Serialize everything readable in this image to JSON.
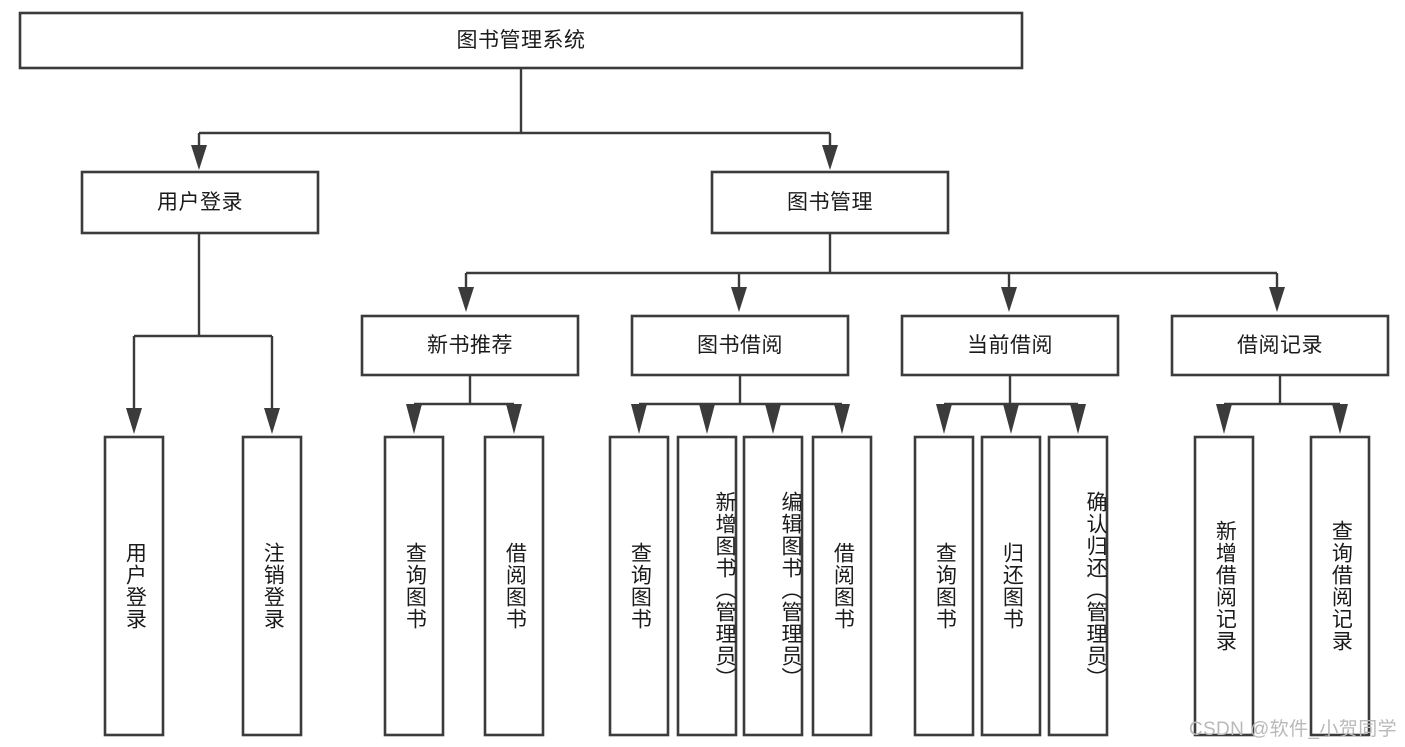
{
  "diagram": {
    "title": "图书管理系统",
    "type": "tree",
    "watermark": "CSDN @软件_小贺同学",
    "colors": {
      "box_stroke": "#3b3b3b",
      "box_fill": "#ffffff",
      "connector": "#3b3b3b",
      "text": "#1b1b1b",
      "watermark": "#b9b9b9",
      "background": "#ffffff"
    },
    "root": {
      "label": "图书管理系统",
      "orientation": "horizontal"
    },
    "level2": [
      {
        "label": "用户登录",
        "orientation": "horizontal"
      },
      {
        "label": "图书管理",
        "orientation": "horizontal"
      }
    ],
    "level3": [
      {
        "label": "新书推荐",
        "orientation": "horizontal",
        "parent": "图书管理"
      },
      {
        "label": "图书借阅",
        "orientation": "horizontal",
        "parent": "图书管理"
      },
      {
        "label": "当前借阅",
        "orientation": "horizontal",
        "parent": "图书管理"
      },
      {
        "label": "借阅记录",
        "orientation": "horizontal",
        "parent": "图书管理"
      }
    ],
    "leaves": {
      "user_login": [
        {
          "label": "用户登录",
          "orientation": "vertical"
        },
        {
          "label": "注销登录",
          "orientation": "vertical"
        }
      ],
      "new_book_recommend": [
        {
          "label": "查询图书",
          "orientation": "vertical"
        },
        {
          "label": "借阅图书",
          "orientation": "vertical"
        }
      ],
      "book_borrow": [
        {
          "label": "查询图书",
          "orientation": "vertical"
        },
        {
          "label": "新增图书（管理员）",
          "orientation": "vertical"
        },
        {
          "label": "编辑图书（管理员）",
          "orientation": "vertical"
        },
        {
          "label": "借阅图书",
          "orientation": "vertical"
        }
      ],
      "current_borrow": [
        {
          "label": "查询图书",
          "orientation": "vertical"
        },
        {
          "label": "归还图书",
          "orientation": "vertical"
        },
        {
          "label": "确认归还（管理员）",
          "orientation": "vertical"
        }
      ],
      "borrow_record": [
        {
          "label": "新增借阅记录",
          "orientation": "vertical"
        },
        {
          "label": "查询借阅记录",
          "orientation": "vertical"
        }
      ]
    }
  }
}
